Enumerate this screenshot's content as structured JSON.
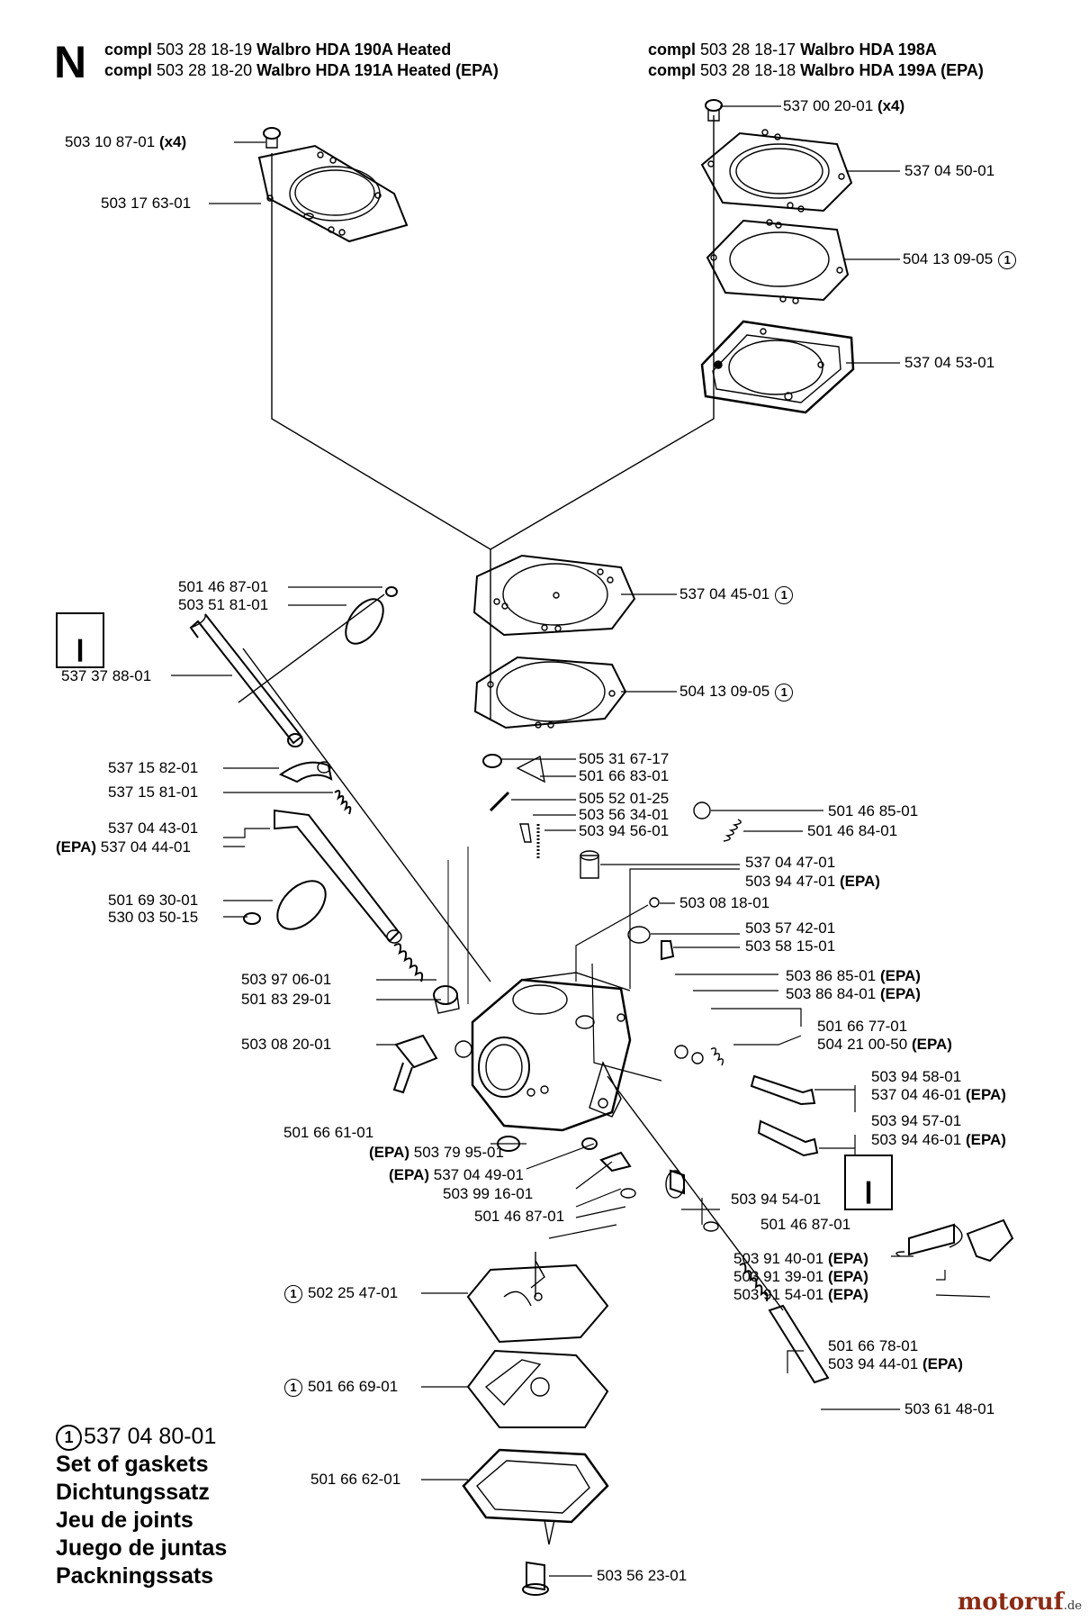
{
  "section_letter": "N",
  "header": {
    "left": [
      {
        "prefix": "compl",
        "code": "503 28 18-19",
        "model": "Walbro HDA 190A Heated"
      },
      {
        "prefix": "compl",
        "code": "503 28 18-20",
        "model": "Walbro HDA 191A Heated (EPA)"
      }
    ],
    "right": [
      {
        "prefix": "compl",
        "code": "503 28 18-17",
        "model": "Walbro HDA 198A"
      },
      {
        "prefix": "compl",
        "code": "503 28 18-18",
        "model": "Walbro HDA 199A (EPA)"
      }
    ]
  },
  "labels": {
    "l1": "503 10 87-01",
    "l1b": "(x4)",
    "l2": "503 17 63-01",
    "r1": "537 00 20-01",
    "r1b": "(x4)",
    "r2": "537 04 50-01",
    "r3": "504 13 09-05",
    "r4": "537 04 53-01",
    "c1": "537 04 45-01",
    "c2": "504 13 09-05",
    "p1": "501 46 87-01",
    "p2": "503 51 81-01",
    "p3": "537 37 88-01",
    "p4": "537 15 82-01",
    "p5": "537 15 81-01",
    "p6": "537 04 43-01",
    "p7pre": "(EPA)",
    "p7": "537 04 44-01",
    "p8": "501 69 30-01",
    "p9": "530 03 50-15",
    "p10": "503 97 06-01",
    "p11": "501 83 29-01",
    "p12": "503 08 20-01",
    "m1": "505 31 67-17",
    "m2": "501 66 83-01",
    "m3": "505 52 01-25",
    "m4": "503 56 34-01",
    "m5": "503 94 56-01",
    "m6": "501 46 85-01",
    "m7": "501 46 84-01",
    "m8": "537 04 47-01",
    "m9": "503 94 47-01",
    "m9b": "(EPA)",
    "m10": "503 08 18-01",
    "m11": "503 57 42-01",
    "m12": "503 58 15-01",
    "n1": "503 86 85-01",
    "n1b": "(EPA)",
    "n2": "503 86 84-01",
    "n2b": "(EPA)",
    "n3": "501 66 77-01",
    "n4": "504 21 00-50",
    "n4b": "(EPA)",
    "n5": "503 94 58-01",
    "n6": "537 04 46-01",
    "n6b": "(EPA)",
    "n7": "503 94 57-01",
    "n8": "503 94 46-01",
    "n8b": "(EPA)",
    "b1": "501 66 61-01",
    "b2pre": "(EPA)",
    "b2": "503 79 95-01",
    "b3pre": "(EPA)",
    "b3": "537 04 49-01",
    "b4": "503 99 16-01",
    "b5": "501 46 87-01",
    "b6": "503 94 54-01",
    "b7": "501 46 87-01",
    "e1": "503 91 40-01",
    "e1b": "(EPA)",
    "e2": "503 91 39-01",
    "e2b": "(EPA)",
    "e3": "503 91 54-01",
    "e3b": "(EPA)",
    "g1": "502 25 47-01",
    "g2": "501 66 69-01",
    "g3": "501 66 62-01",
    "g4": "503 56 23-01",
    "s1": "501 66 78-01",
    "s2": "503 94 44-01",
    "s2b": "(EPA)",
    "s3": "503 61 48-01"
  },
  "gasket_marker": "1",
  "tool_icon": "wrench-icon",
  "gasket_set": {
    "code": "537 04 80-01",
    "names": [
      "Set of gaskets",
      "Dichtungssatz",
      "Jeu de joints",
      "Juego de juntas",
      "Packningssats"
    ]
  },
  "watermark": {
    "name": "motoruf",
    "suffix": ".de"
  }
}
